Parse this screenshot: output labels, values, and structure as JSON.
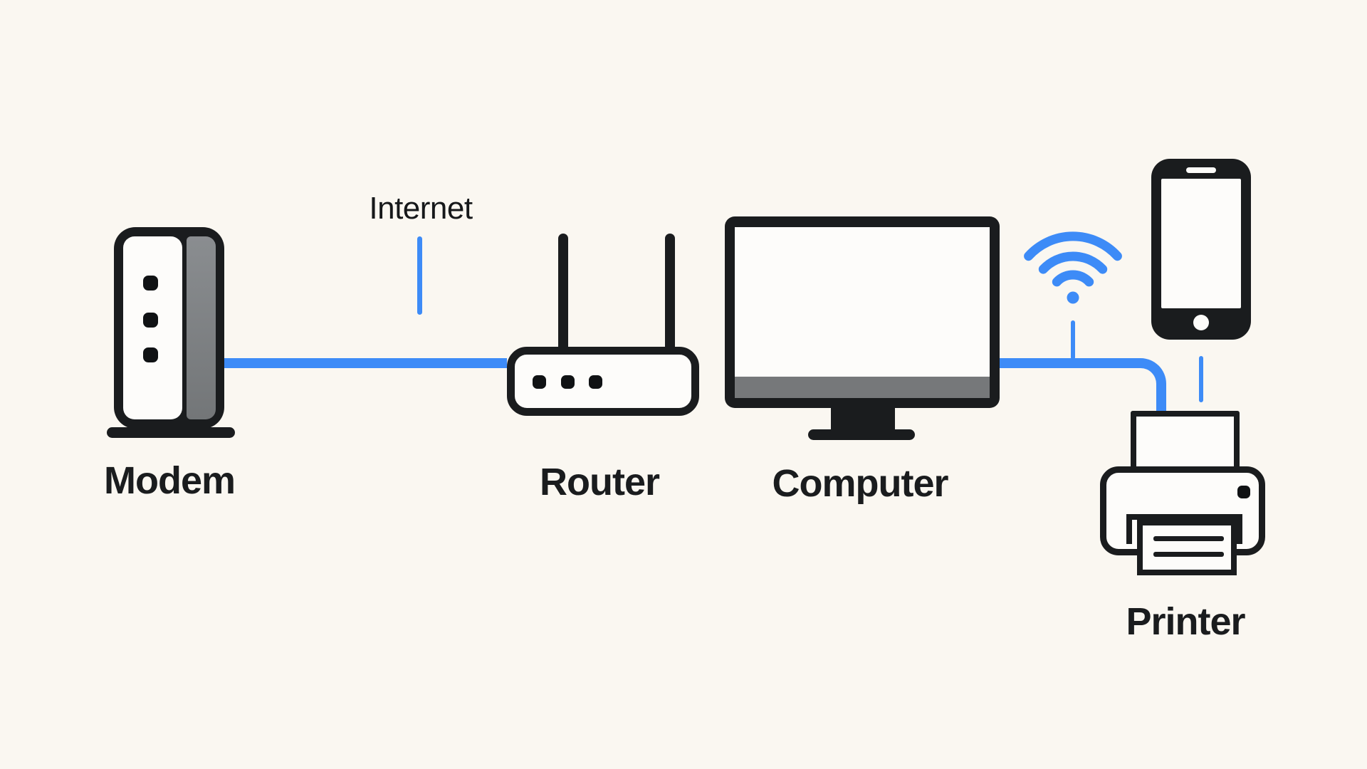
{
  "diagram": {
    "type": "network-topology",
    "connection_labels": {
      "internet": "Internet"
    },
    "devices": {
      "modem": {
        "label": "Modem"
      },
      "router": {
        "label": "Router"
      },
      "computer": {
        "label": "Computer"
      },
      "smartphone": {
        "label": ""
      },
      "printer": {
        "label": "Printer"
      }
    },
    "connections": [
      {
        "from": "internet",
        "to": "modem-router-link",
        "style": "wired",
        "annotation": "Internet"
      },
      {
        "from": "modem",
        "to": "router",
        "style": "wired"
      },
      {
        "from": "computer",
        "to": "printer",
        "style": "wired"
      },
      {
        "from": "router",
        "to": "smartphone",
        "style": "wireless-wifi"
      },
      {
        "from": "smartphone",
        "to": "printer",
        "style": "wired"
      }
    ],
    "colors": {
      "background": "#faf7f1",
      "outline": "#1a1c1e",
      "cable_blue": "#3d8bf7",
      "panel_gray": "#76787a"
    }
  }
}
